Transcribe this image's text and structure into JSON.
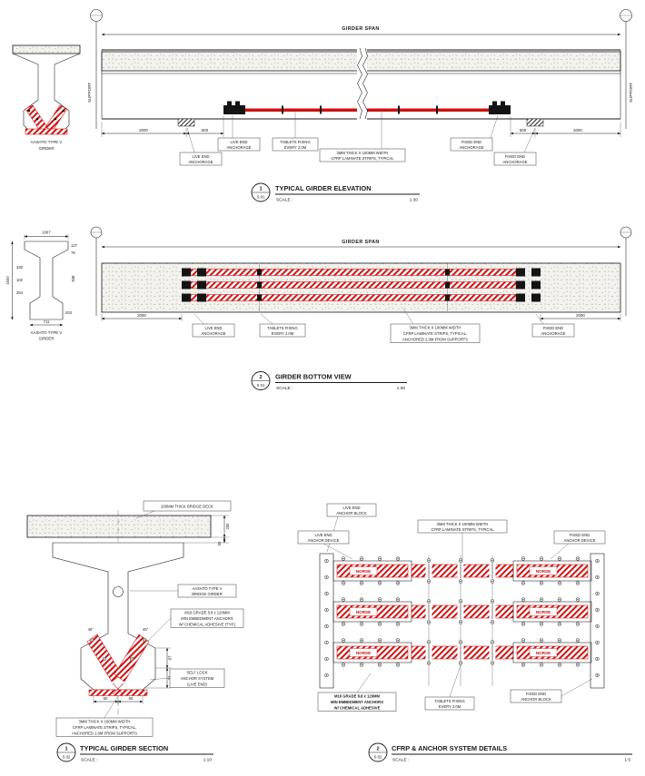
{
  "colors": {
    "cfrp_red": "#cc1111",
    "ink": "#1a1a1a",
    "concrete_fill": "#f3f2ee"
  },
  "common": {
    "girder_span": "GIRDER SPAN",
    "support": "SUPPORT",
    "scale_label": "SCALE :",
    "aashto_girder": [
      "AASHTO TYPE V",
      "GIRDER"
    ]
  },
  "elevation": {
    "ref_no": "1",
    "ref_sheet": "S 01",
    "title": "TYPICAL GIRDER ELEVATION",
    "scale": "1:30",
    "dims": {
      "left_2000": "2000",
      "left_500": "500",
      "right_500": "500",
      "right_2000": "2000"
    },
    "labels": {
      "live_end": [
        "LIVE END",
        "ANCHORAGE"
      ],
      "tablets": [
        "TABLETS FIXING",
        "EVERY 2.0M"
      ],
      "cfrp": [
        "3MM THICK X 100MM WIDTH",
        "CFRP LAMINATE STRIPS, TYPICAL"
      ],
      "fixed_end": [
        "FIXED END",
        "ANCHORAGE"
      ]
    }
  },
  "bottom_view": {
    "ref_no": "2",
    "ref_sheet": "S 01",
    "title": "GIRDER BOTTOM VIEW",
    "scale": "1:30",
    "dims": {
      "left_2000": "2000",
      "right_2000": "2000"
    },
    "section_dims": {
      "top_width": "1067",
      "d127": "127",
      "d76": "76",
      "d330": "330",
      "d102": "102",
      "d254": "254",
      "height": "1600",
      "d838": "838",
      "d203": "203",
      "bottom_width": "711"
    },
    "labels": {
      "live_end": [
        "LIVE END",
        "ANCHORAGE"
      ],
      "tablets": [
        "TABLETS FIXING",
        "EVERY 2.0M"
      ],
      "cfrp": [
        "3MM THICK X 100MM WIDTH",
        "CFRP LAMINATE STRIPS, TYPICAL,",
        "ANCHORED 2.0M FROM SUPPORTS"
      ],
      "fixed_end": [
        "FIXED END",
        "ANCHORAGE"
      ]
    }
  },
  "girder_section": {
    "ref_no": "1",
    "ref_sheet": "S 02",
    "title": "TYPICAL GIRDER SECTION",
    "scale": "1:10",
    "dims": {
      "deck_thk": "200",
      "haunch": "50",
      "d87_a": "87",
      "d87_b": "87",
      "d60_a": "60",
      "d60_b": "60",
      "angle_l": "45°",
      "angle_r": "45°"
    },
    "labels": {
      "deck": "200MM THICK BRIDGE DECK",
      "girder": [
        "AASHTO TYPE V",
        "BRIDGE GIRDER"
      ],
      "anchors": [
        "M16 GRADE 8.8 x 120MM",
        "MIN EMBEDMENT ANCHORS",
        "W/ CHEMICAL ADHESIVE (TYP.)"
      ],
      "self_lock": [
        "SELF LOCK",
        "ANCHOR SYSTEM",
        "(LIVE END)"
      ],
      "cfrp": [
        "3MM THICK X 100MM WIDTH",
        "CFRP LAMINATE STRIPS, TYPICAL,",
        "ANCHORED 2.0M FROM SUPPORTS"
      ]
    }
  },
  "anchor_details": {
    "ref_no": "2",
    "ref_sheet": "S 02",
    "title": "CFRP & ANCHOR SYSTEM DETAILS",
    "scale": "1:5",
    "brand": "NORSE",
    "labels": {
      "live_block": [
        "LIVE END",
        "ANCHOR BLOCK"
      ],
      "live_device": [
        "LIVE END",
        "ANCHOR DEVICE"
      ],
      "cfrp": [
        "3MM THICK X 100MM WIDTH",
        "CFRP LAMINATE STRIPS, TYPICAL"
      ],
      "fixed_device": [
        "FIXED END",
        "ANCHOR DEVICE"
      ],
      "anchors": [
        "M16 GRADE 8.8 x 120MM",
        "MIN EMBEDMENT ANCHORS",
        "W/ CHEMICAL ADHESIVE"
      ],
      "tablets": [
        "TABLETS FIXING",
        "EVERY 2.0M"
      ],
      "fixed_block": [
        "FIXED END",
        "ANCHOR BLOCK"
      ]
    }
  }
}
